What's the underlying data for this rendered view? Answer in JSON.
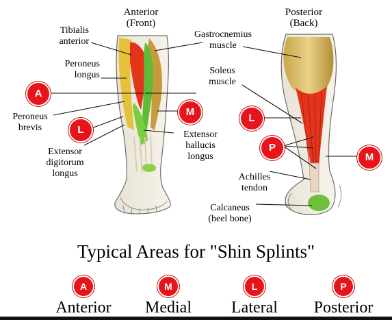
{
  "views": {
    "anterior": {
      "title": "Anterior",
      "subtitle": "(Front)"
    },
    "posterior": {
      "title": "Posterior",
      "subtitle": "(Back)"
    }
  },
  "labels": {
    "tibialis_anterior": "Tibialis\nanterior",
    "peroneus_longus": "Peroneus\nlongus",
    "peroneus_brevis": "Peroneus\nbrevis",
    "extensor_digitorum_longus": "Extensor\ndigitorum\nlongus",
    "extensor_hallucis_longus": "Extensor\nhallucis\nlongus",
    "gastrocnemius_muscle": "Gastrocnemius\nmuscle",
    "soleus_muscle": "Soleus\nmuscle",
    "achilles_tendon": "Achilles\ntendon",
    "calcaneus": "Calcaneus\n(heel bone)"
  },
  "badges": {
    "anterior": "A",
    "medial": "M",
    "lateral": "L",
    "posterior": "P"
  },
  "caption": "Typical Areas for \"Shin Splints\"",
  "legend": [
    {
      "letter": "A",
      "word": "Anterior"
    },
    {
      "letter": "M",
      "word": "Medial"
    },
    {
      "letter": "L",
      "word": "Lateral"
    },
    {
      "letter": "P",
      "word": "Posterior"
    }
  ],
  "colors": {
    "badge": "#e8141b",
    "red_zone": "#e4341c",
    "muscle_yellow": "#e6c23a",
    "muscle_green": "#4caf2e"
  }
}
